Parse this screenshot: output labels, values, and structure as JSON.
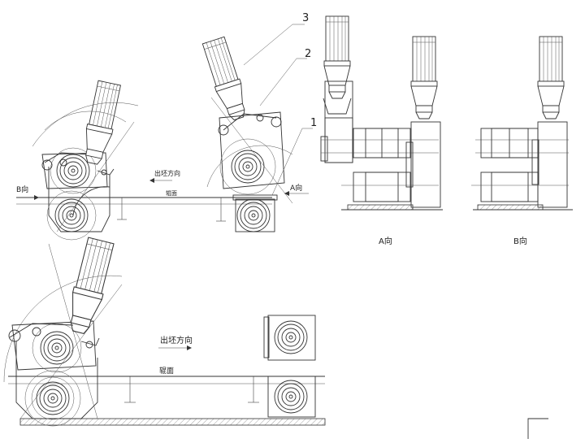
{
  "labels": {
    "part_1": "1",
    "part_2": "2",
    "part_3": "3",
    "view_b_marker": "B向",
    "view_a_marker": "A向",
    "view_a_title": "A向",
    "view_b_title": "B向",
    "direction_top": "出坯方向",
    "direction_bottom": "出坯方向",
    "roller_table_top": "辊面",
    "roller_table_bottom": "辊面"
  }
}
